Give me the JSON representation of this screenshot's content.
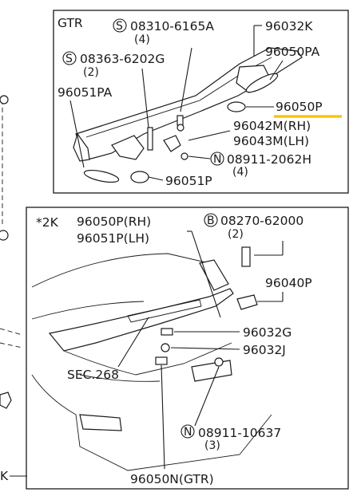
{
  "top_panel": {
    "variant": "GTR",
    "callouts": {
      "clip_96032K": "96032K",
      "screw_S08310": "08310-6165A",
      "screw_S08310_qty": "(4)",
      "screw_S08363": "08363-6202G",
      "screw_S08363_qty": "(2)",
      "pad_96050PA": "96050PA",
      "pad_96051PA": "96051PA",
      "pad_96050P": "96050P",
      "bracket_rh": "96042M(RH)",
      "bracket_lh": "96043M(LH)",
      "nut_N08911": "08911-2062H",
      "nut_N08911_qty": "(4)",
      "pad_96051P": "96051P"
    },
    "highlight_color": "#f5c400"
  },
  "bottom_panel": {
    "star_label": "*2K",
    "pad_rh": "96050P(RH)",
    "pad_lh": "96051P(LH)",
    "bolt_B08270": "08270-62000",
    "bolt_B08270_qty": "(2)",
    "bracket_96040P": "96040P",
    "clip_96032G": "96032G",
    "clip_96032J": "96032J",
    "sec_ref": "SEC.268",
    "nut_N08911": "08911-10637",
    "nut_N08911_qty": "(3)",
    "pad_96050N": "96050N(GTR)"
  },
  "symbols": {
    "S": "S",
    "N": "N",
    "B": "B"
  },
  "edge_label": "K"
}
